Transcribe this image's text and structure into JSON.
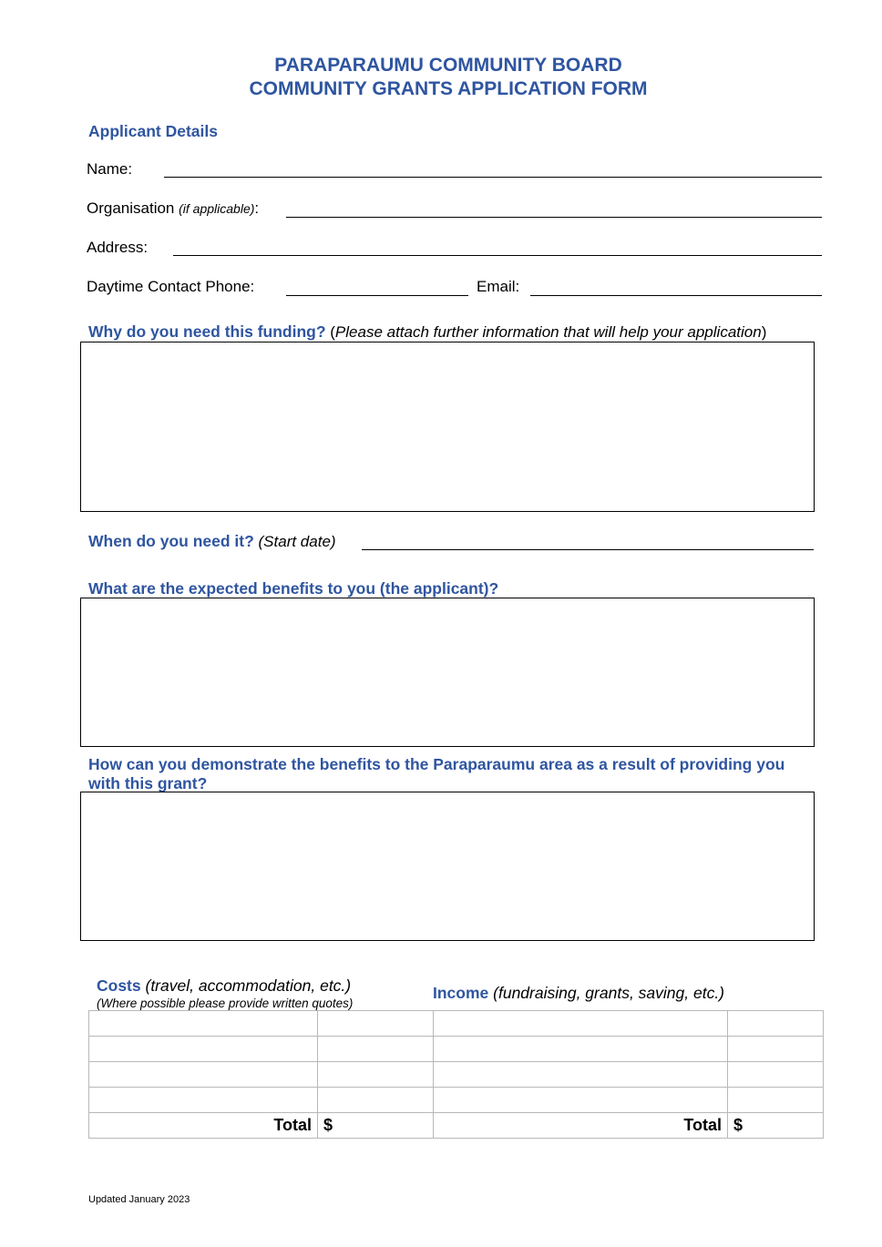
{
  "header": {
    "title_line1": "PARAPARAUMU COMMUNITY BOARD",
    "title_line2": "COMMUNITY GRANTS APPLICATION FORM"
  },
  "applicant": {
    "heading": "Applicant Details",
    "name_label": "Name:",
    "org_label": "Organisation",
    "org_note": "(if applicable)",
    "org_colon": ":",
    "address_label": "Address:",
    "phone_label": "Daytime Contact Phone:",
    "email_label": "Email:"
  },
  "funding": {
    "question": "Why do you need this funding?",
    "open_paren": " (",
    "note": "Please attach further information that will help your application",
    "close_paren": ")"
  },
  "when": {
    "question": "When do you need it?",
    "note": " (Start date)"
  },
  "benefits": {
    "question": "What are the expected benefits to you (the applicant)?"
  },
  "demonstrate": {
    "question": "How can you demonstrate the benefits to the Paraparaumu area as a result of providing you with this grant?"
  },
  "costs": {
    "heading": "Costs",
    "note": " (travel, accommodation, etc.)",
    "subnote": "(Where possible please provide written quotes)",
    "total_label": "Total",
    "currency": "$"
  },
  "income": {
    "heading": "Income",
    "note": " (fundraising, grants, saving, etc.)",
    "total_label": "Total",
    "currency": "$"
  },
  "footer": {
    "updated": "Updated January 2023"
  }
}
